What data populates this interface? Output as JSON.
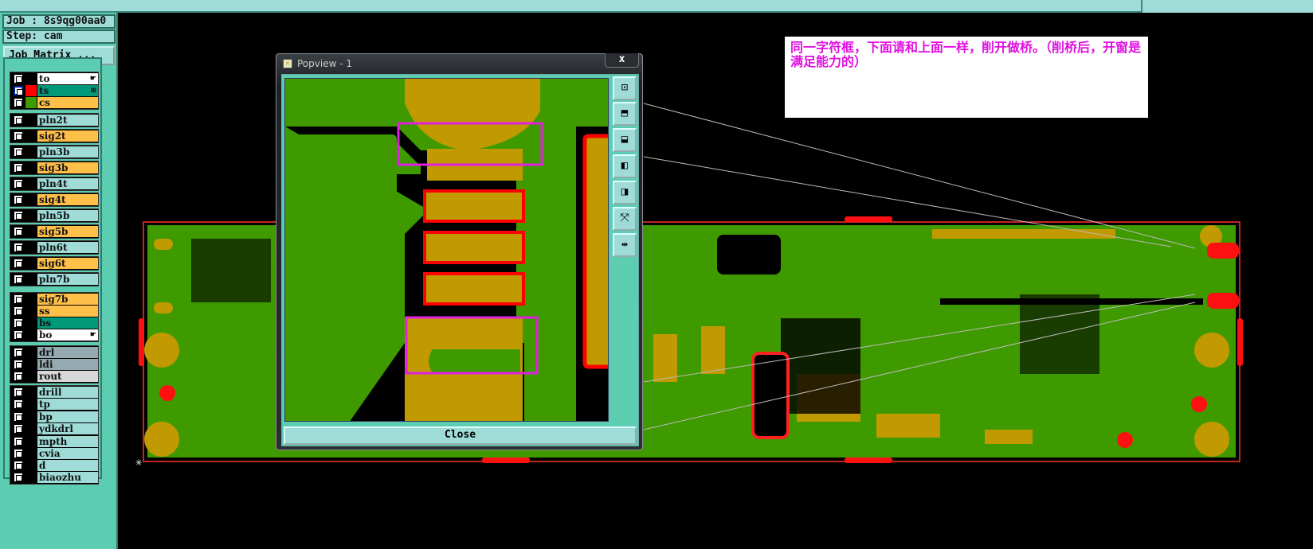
{
  "job": {
    "job_label": "Job : 8s9qg00aa0",
    "step_label": "Step: cam",
    "matrix_button": "Job Matrix ..."
  },
  "layers": [
    {
      "name": "to",
      "color": "#ffffff",
      "swatch": "#000000",
      "icon": "pointer-icon"
    },
    {
      "name": "ts",
      "color": "#009a7a",
      "swatch": "#ff0000",
      "icon": "grid-icon"
    },
    {
      "name": "cs",
      "color": "#ffc04a",
      "swatch": "#3f9a00"
    },
    {
      "name": "pln2t",
      "color": "#9fdcd8"
    },
    {
      "name": "sig2t",
      "color": "#ffc04a"
    },
    {
      "name": "pln3b",
      "color": "#9fdcd8"
    },
    {
      "name": "sig3b",
      "color": "#ffc04a"
    },
    {
      "name": "pln4t",
      "color": "#9fdcd8"
    },
    {
      "name": "sig4t",
      "color": "#ffc04a"
    },
    {
      "name": "pln5b",
      "color": "#9fdcd8"
    },
    {
      "name": "sig5b",
      "color": "#ffc04a"
    },
    {
      "name": "pln6t",
      "color": "#9fdcd8"
    },
    {
      "name": "sig6t",
      "color": "#ffc04a"
    },
    {
      "name": "pln7b",
      "color": "#9fdcd8"
    },
    {
      "name": "sig7b",
      "color": "#ffc04a"
    },
    {
      "name": "ss",
      "color": "#ffc04a"
    },
    {
      "name": "bs",
      "color": "#009a7a"
    },
    {
      "name": "bo",
      "color": "#ffffff",
      "icon": "pointer-icon"
    },
    {
      "name": "drl",
      "color": "#94aab0"
    },
    {
      "name": "ldi",
      "color": "#94aab0"
    },
    {
      "name": "rout",
      "color": "#d8d8d8"
    },
    {
      "name": "drill",
      "color": "#9fdcd8"
    },
    {
      "name": "tp",
      "color": "#9fdcd8"
    },
    {
      "name": "bp",
      "color": "#9fdcd8"
    },
    {
      "name": "ydkdrl",
      "color": "#9fdcd8"
    },
    {
      "name": "mpth",
      "color": "#9fdcd8"
    },
    {
      "name": "cvia",
      "color": "#9fdcd8"
    },
    {
      "name": "d",
      "color": "#9fdcd8"
    },
    {
      "name": "biaozhu",
      "color": "#9fdcd8"
    }
  ],
  "popview": {
    "title": "Popview - 1",
    "close_x": "x",
    "close_button": "Close",
    "tools": [
      "zoom-home-icon",
      "zoom-in-icon",
      "zoom-out-icon",
      "pan-left-icon",
      "pan-right-icon",
      "fit-icon",
      "center-icon"
    ]
  },
  "annotation": "同一字符框，下面请和上面一样，削开做桥。（削桥后，开窗是满足能力的）",
  "colors": {
    "copper": "#3f9a00",
    "pad": "#c09a00",
    "outline": "#ff0000",
    "highlight": "#e020e0"
  }
}
